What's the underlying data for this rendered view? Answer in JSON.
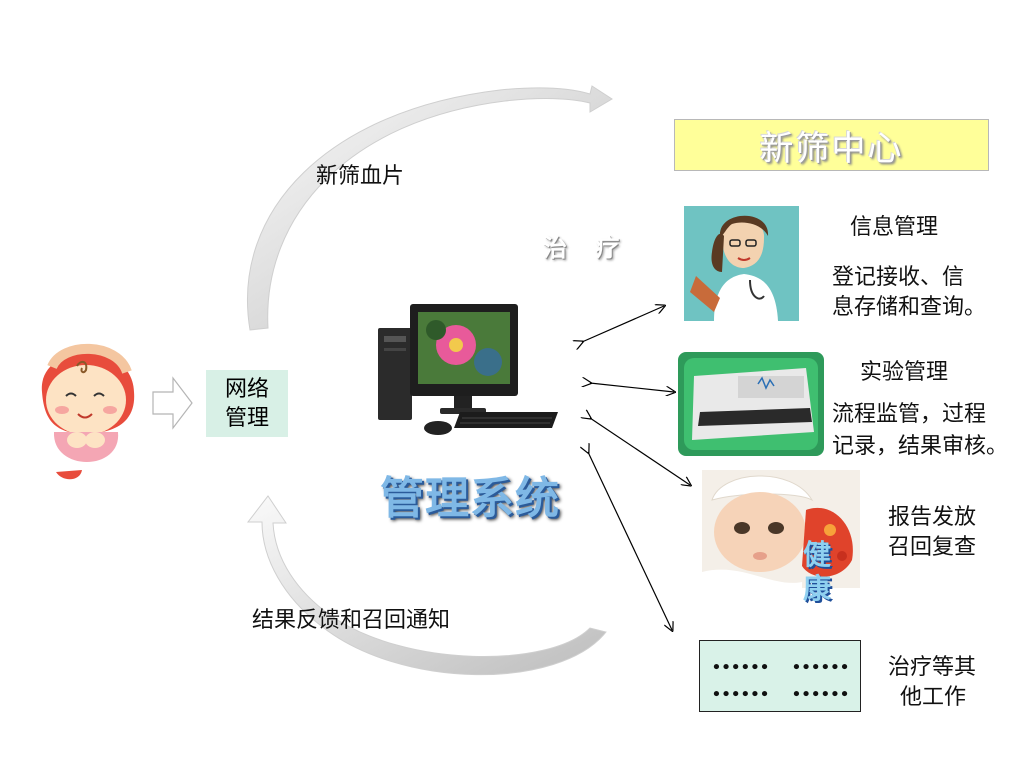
{
  "center_title": "新筛中心",
  "flow_top_label": "新筛血片",
  "flow_bottom_label": "结果反馈和召回通知",
  "treatment_tag": "治 疗",
  "network_box": {
    "line1": "网络",
    "line2": "管理"
  },
  "system_title": "管理系统",
  "health_tag": {
    "line1": "健",
    "line2": "康"
  },
  "items": [
    {
      "title": "信息管理",
      "desc_line1": "登记接收、信",
      "desc_line2": "息存储和查询。"
    },
    {
      "title": "实验管理",
      "desc_line1": "流程监管，过程",
      "desc_line2": "记录，结果审核。"
    },
    {
      "line1": "报告发放",
      "line2": "召回复查"
    },
    {
      "line1": "治疗等其",
      "line2": "他工作"
    }
  ],
  "dots_box": {
    "row1_left": "••••••",
    "row1_right": "••••••",
    "row2_left": "••••••",
    "row2_right": "••••••"
  },
  "colors": {
    "title_bg": "#ffff99",
    "network_bg": "#d8f0e6",
    "system_title": "#7fb8e6"
  }
}
